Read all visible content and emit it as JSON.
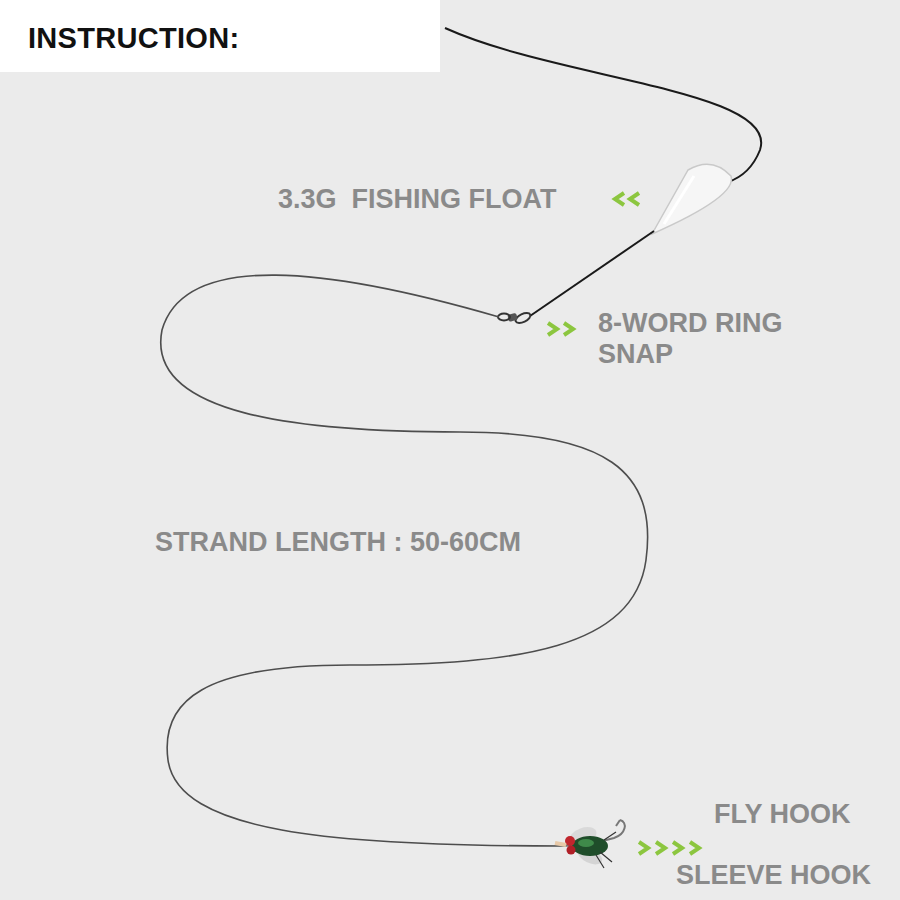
{
  "diagram": {
    "title": "INSTRUCTION:",
    "labels": [
      "3.3G  FISHING FLOAT",
      "8-WORD RING SNAP",
      "STRAND LENGTH : 50-60CM",
      "FLY HOOK",
      "SLEEVE HOOK"
    ]
  }
}
